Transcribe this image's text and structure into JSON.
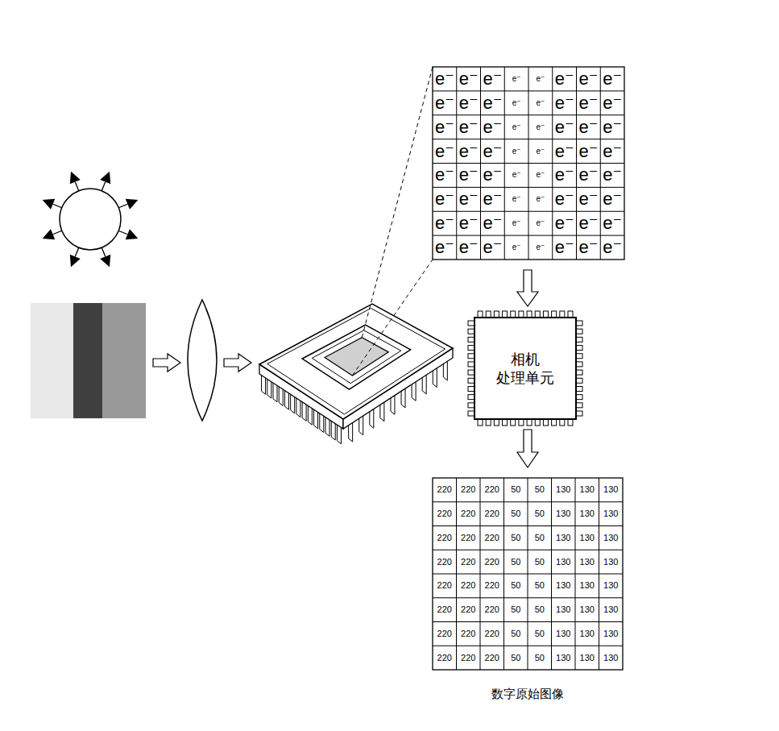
{
  "diagram": {
    "caption": "数字原始图像",
    "nodes": [
      {
        "text": [
          "相机 处理单元"
        ]
      }
    ],
    "labels": [
      "e⁻",
      "e⁻",
      "e⁻",
      "e⁻",
      "e⁻",
      "e⁻",
      "e⁻",
      "e⁻",
      "e⁻",
      "e⁻",
      "e⁻",
      "e⁻",
      "e⁻",
      "e⁻",
      "e⁻",
      "e⁻",
      "e⁻",
      "e⁻",
      "e⁻",
      "e⁻",
      "e⁻",
      "e⁻",
      "e⁻",
      "e⁻",
      "e⁻",
      "e⁻",
      "e⁻",
      "e⁻",
      "e⁻",
      "e⁻",
      "e⁻",
      "e⁻",
      "e⁻",
      "e⁻",
      "e⁻",
      "e⁻",
      "e⁻",
      "e⁻",
      "e⁻",
      "e⁻",
      "e⁻",
      "e⁻",
      "e⁻",
      "e⁻",
      "e⁻",
      "e⁻",
      "e⁻",
      "e⁻",
      "e⁻",
      "e⁻",
      "e⁻",
      "e⁻",
      "e⁻",
      "e⁻",
      "e⁻",
      "e⁻",
      "e⁻",
      "e⁻",
      "e⁻",
      "e⁻",
      "e⁻",
      "e⁻",
      "e⁻",
      "e⁻",
      "220",
      "220",
      "220",
      "50",
      "50",
      "130",
      "130",
      "130",
      "220",
      "220",
      "220",
      "50",
      "50",
      "130",
      "130",
      "130",
      "220",
      "220",
      "220",
      "50",
      "50",
      "130",
      "130",
      "130",
      "220",
      "220",
      "220",
      "50",
      "50",
      "130",
      "130",
      "130",
      "220",
      "220",
      "220",
      "50",
      "50",
      "130",
      "130",
      "130",
      "220",
      "220",
      "220",
      "50",
      "50",
      "130",
      "130",
      "130",
      "220",
      "220",
      "220",
      "50",
      "50",
      "130",
      "130",
      "130",
      "220",
      "220",
      "220",
      "50",
      "50",
      "130",
      "130",
      "130"
    ]
  }
}
